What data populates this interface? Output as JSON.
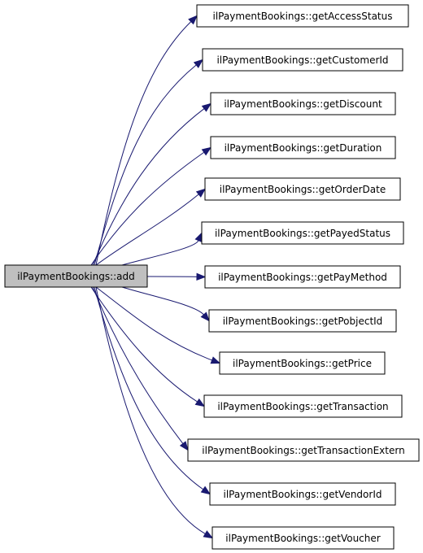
{
  "diagram": {
    "source_node": {
      "label": "ilPaymentBookings::add",
      "fill": "#bfbfbf"
    },
    "target_fill": "#ffffff",
    "edge_color": "#191970",
    "targets": [
      {
        "label": "ilPaymentBookings::getAccessStatus"
      },
      {
        "label": "ilPaymentBookings::getCustomerId"
      },
      {
        "label": "ilPaymentBookings::getDiscount"
      },
      {
        "label": "ilPaymentBookings::getDuration"
      },
      {
        "label": "ilPaymentBookings::getOrderDate"
      },
      {
        "label": "ilPaymentBookings::getPayedStatus"
      },
      {
        "label": "ilPaymentBookings::getPayMethod"
      },
      {
        "label": "ilPaymentBookings::getPobjectId"
      },
      {
        "label": "ilPaymentBookings::getPrice"
      },
      {
        "label": "ilPaymentBookings::getTransaction"
      },
      {
        "label": "ilPaymentBookings::getTransactionExtern"
      },
      {
        "label": "ilPaymentBookings::getVendorId"
      },
      {
        "label": "ilPaymentBookings::getVoucher"
      }
    ]
  }
}
